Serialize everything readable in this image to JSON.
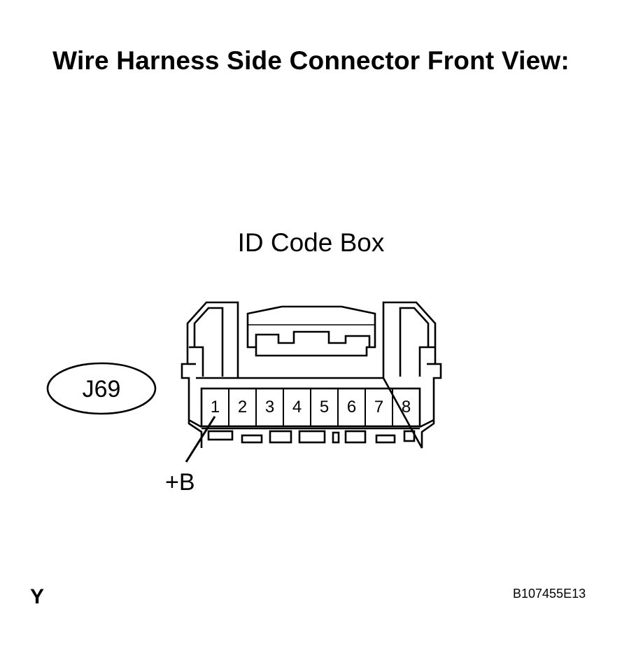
{
  "title": "Wire Harness Side Connector Front View:",
  "component_name": "ID Code Box",
  "connector_id": "J69",
  "pins": [
    "1",
    "2",
    "3",
    "4",
    "5",
    "6",
    "7",
    "8"
  ],
  "pin_callout": {
    "pin": "1",
    "label": "+B"
  },
  "corner_mark": "Y",
  "reference_code": "B107455E13"
}
